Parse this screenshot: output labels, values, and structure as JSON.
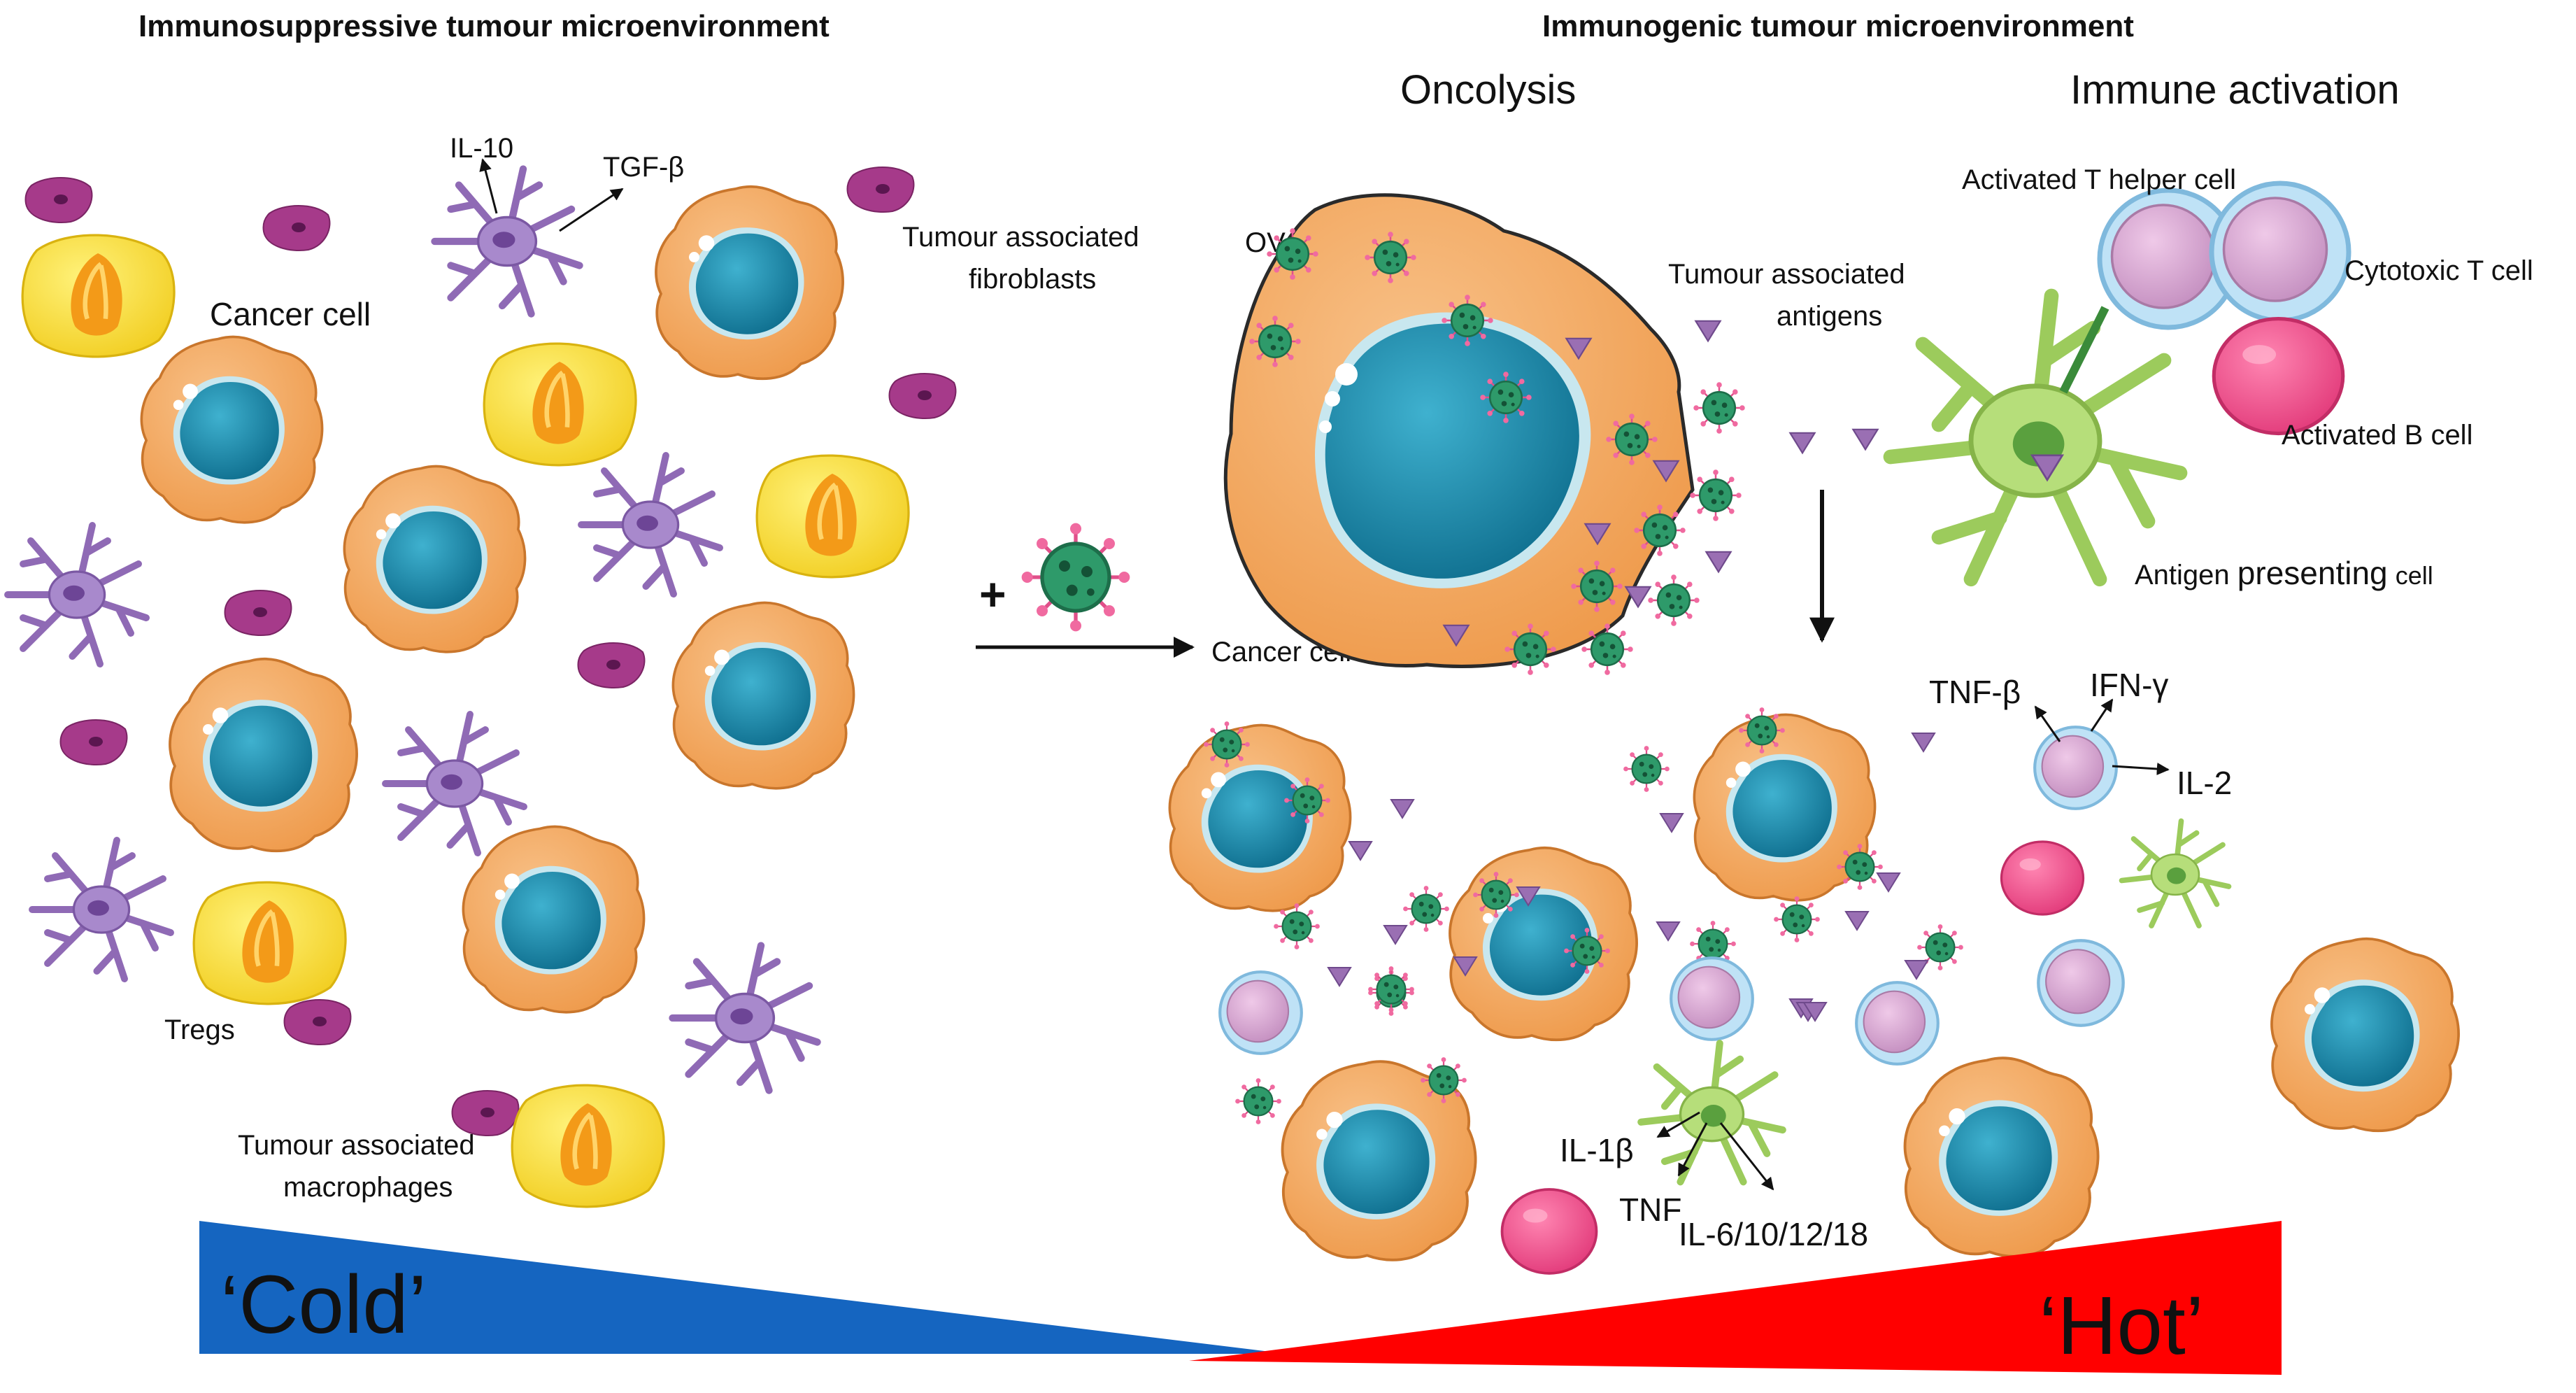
{
  "headings": {
    "left": "Immunosuppressive tumour microenvironment",
    "right": "Immunogenic tumour microenvironment",
    "oncolysis": "Oncolysis",
    "immune_activation": "Immune activation"
  },
  "labels": {
    "il10": "IL-10",
    "tgfb": "TGF-β",
    "cancer_cell_left": "Cancer cell",
    "fibroblasts_line1": "Tumour associated",
    "fibroblasts_line2": "fibroblasts",
    "tregs": "Tregs",
    "macrophages_line1": "Tumour associated",
    "macrophages_line2": "macrophages",
    "plus": "+",
    "cancer_cell_arrow": "Cancer cell",
    "ov": "OV",
    "antigens_line1": "Tumour associated",
    "antigens_line2": "antigens",
    "t_helper": "Activated T helper cell",
    "cytotoxic_t": "Cytotoxic T cell",
    "b_cell": "Activated B cell",
    "apc_antigen": "Antigen",
    "apc_presenting": "presenting",
    "apc_cell": "cell",
    "tnfb": "TNF-β",
    "ifng": "IFN-γ",
    "il2": "IL-2",
    "il1b": "IL-1β",
    "tnf": "TNF",
    "il6": "IL-6/10/12/18",
    "cold": "‘Cold’",
    "hot": "‘Hot’"
  },
  "colors": {
    "cancer_cytoplasm": "#f2a45e",
    "nucleus": "#1a87a8",
    "macrophage": "#f6dc3a",
    "macrophage_core": "#f4a11c",
    "fibroblast": "#a35a9a",
    "treg": "#9c7fc0",
    "virus": "#2e9a6a",
    "virus_spike": "#e0508a",
    "antigen": "#9a6fb3",
    "t_cell": "#cfa3cc",
    "t_cell_rim": "#a9d5ee",
    "b_cell": "#ea4b88",
    "apc": "#a4d36a",
    "cold_wedge": "#1565c0",
    "hot_wedge": "#ff0000"
  }
}
